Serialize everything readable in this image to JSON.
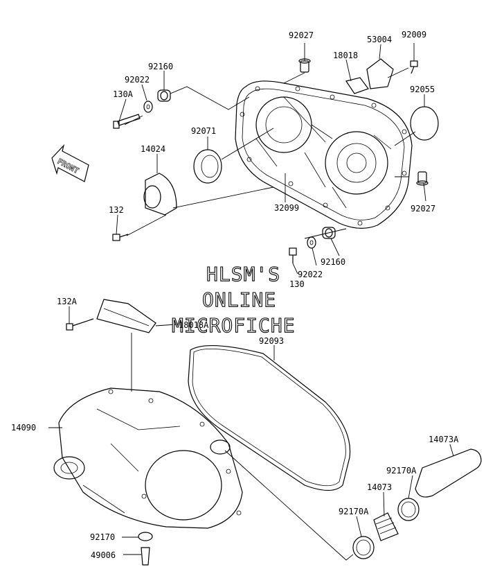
{
  "direction_label": "FRONT",
  "watermark": [
    "HLSM'S",
    "ONLINE",
    "MICROFICHE"
  ],
  "part_numbers": {
    "p92027_top": "92027",
    "p53004": "53004",
    "p92009": "92009",
    "p18018": "18018",
    "p92160_top": "92160",
    "p92022_top": "92022",
    "p130A": "130A",
    "p92055": "92055",
    "p92071": "92071",
    "p14024": "14024",
    "p132": "132",
    "p32099": "32099",
    "p92027_right": "92027",
    "p92160_bottom": "92160",
    "p92022_bottom": "92022",
    "p130": "130",
    "p132A": "132A",
    "p18018A": "18018A",
    "p92093": "92093",
    "p14090": "14090",
    "p14073A": "14073A",
    "p92170A_upper": "92170A",
    "p14073": "14073",
    "p92170A_lower": "92170A",
    "p92170": "92170",
    "p49006": "49006"
  }
}
